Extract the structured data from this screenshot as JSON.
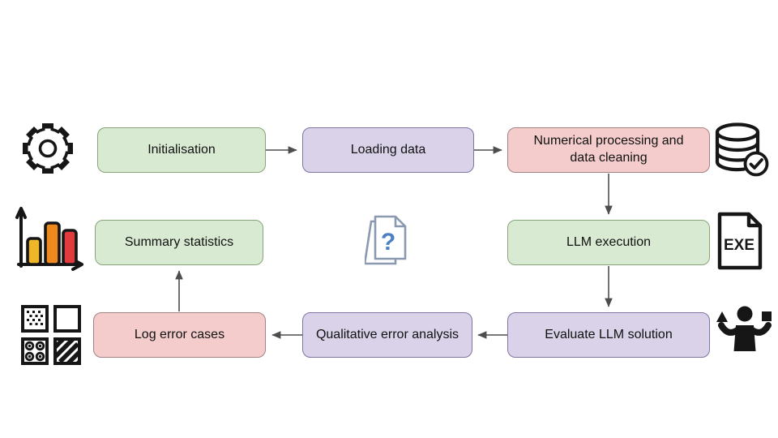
{
  "nodes": {
    "initialisation": {
      "label": "Initialisation",
      "fill": "#d9ead3",
      "border": "#86a578"
    },
    "loading_data": {
      "label": "Loading data",
      "fill": "#d9d2e9",
      "border": "#8074a4"
    },
    "numerical_processing": {
      "label": "Numerical processing and data cleaning",
      "fill": "#f4cccc",
      "border": "#a68181"
    },
    "llm_execution": {
      "label": "LLM execution",
      "fill": "#d9ead3",
      "border": "#86a578"
    },
    "evaluate_llm_solution": {
      "label": "Evaluate LLM solution",
      "fill": "#d9d2e9",
      "border": "#8074a4"
    },
    "qualitative_error_analysis": {
      "label": "Qualitative error analysis",
      "fill": "#d9d2e9",
      "border": "#8074a4"
    },
    "log_error_cases": {
      "label": "Log error cases",
      "fill": "#f4cccc",
      "border": "#a68181"
    },
    "summary_statistics": {
      "label": "Summary statistics",
      "fill": "#d9ead3",
      "border": "#86a578"
    }
  },
  "icons": {
    "gear": "gear-icon",
    "database_check": "database-check-icon",
    "bar_chart": "bar-chart-icon",
    "question_document": "question-document-icon",
    "exe_file": "exe-file-icon",
    "pattern_grid": "pattern-grid-icon",
    "person_deciding": "person-deciding-icon",
    "exe_label": "EXE",
    "question_mark": "?"
  },
  "colors": {
    "arrow": "#4d4d4d",
    "ink": "#161616",
    "bar_yellow": "#f0b629",
    "bar_orange": "#ee8a1d",
    "bar_red": "#e23b3e",
    "doc_blue": "#4a80c4",
    "doc_gray": "#8a99b0"
  },
  "flow": [
    "Initialisation → Loading data",
    "Loading data → Numerical processing and data cleaning",
    "Numerical processing and data cleaning → LLM execution",
    "LLM execution → Evaluate LLM solution",
    "Evaluate LLM solution → Qualitative error analysis",
    "Qualitative error analysis → Log error cases",
    "Log error cases → Summary statistics"
  ]
}
